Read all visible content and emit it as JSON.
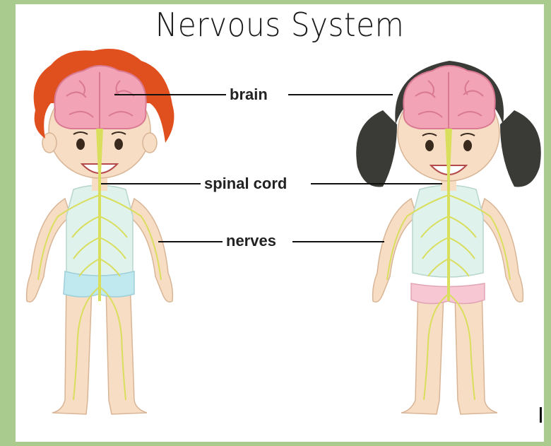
{
  "title": "Nervous System",
  "labels": {
    "brain": "brain",
    "spinal_cord": "spinal cord",
    "nerves": "nerves"
  },
  "colors": {
    "background": "#a9cc8e",
    "brain": "#f2a3b5",
    "nerves": "#d9de5c",
    "skin": "#f7ddc4",
    "boy_hair": "#e0501e",
    "girl_hair": "#3a3a36",
    "boy_shirt": "#dff2ec",
    "boy_shorts": "#bfe8ef",
    "girl_shorts": "#f7c8d3"
  }
}
